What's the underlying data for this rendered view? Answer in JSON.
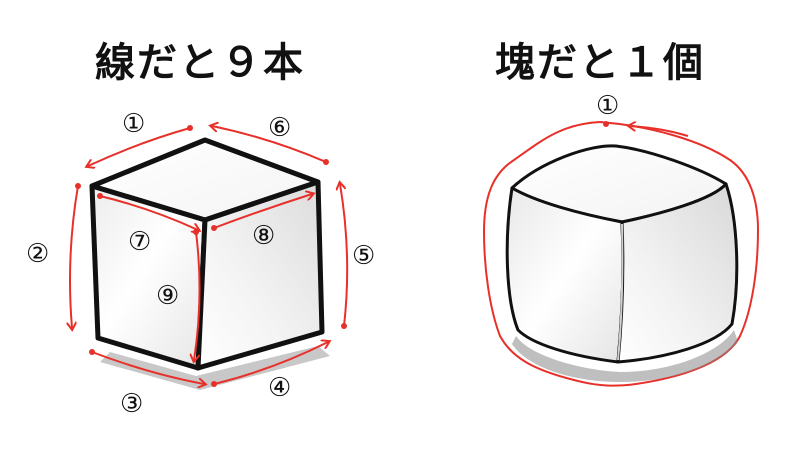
{
  "left_panel": {
    "title": "線だと９本",
    "labels": [
      "①",
      "②",
      "③",
      "④",
      "⑤",
      "⑥",
      "⑦",
      "⑧",
      "⑨"
    ]
  },
  "right_panel": {
    "title": "塊だと１個",
    "labels": [
      "①"
    ]
  },
  "colors": {
    "arrow": "#e8302a",
    "outline": "#111111",
    "cube_face": "#f2f2f2",
    "shadow": "#9a9a9a"
  }
}
